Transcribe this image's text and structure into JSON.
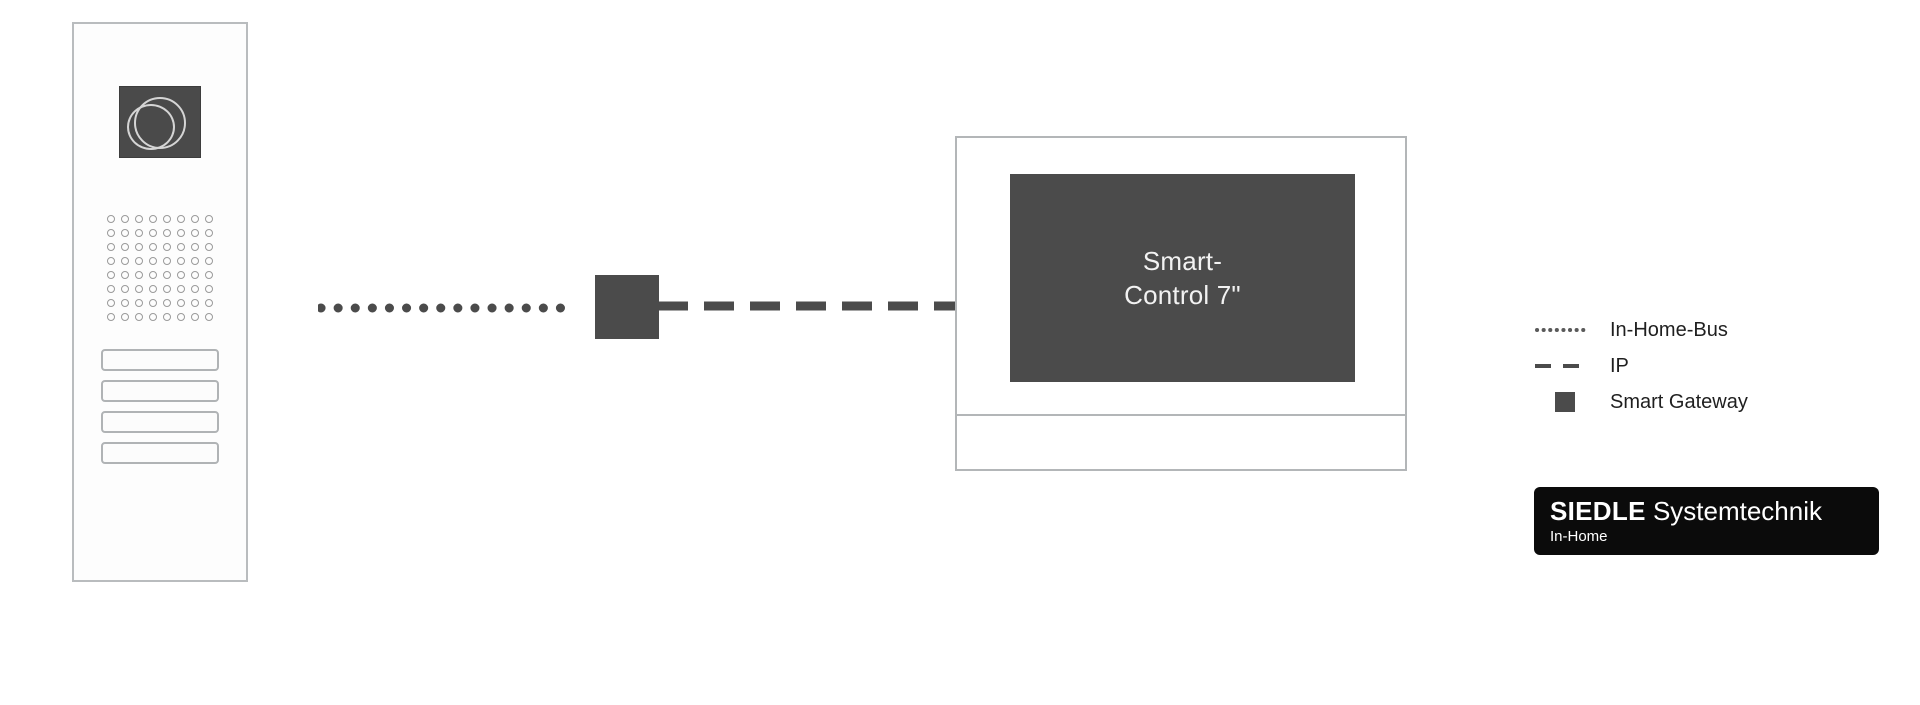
{
  "diagram": {
    "title": "Siedle In-Home system topology",
    "background_color": "#ffffff"
  },
  "door_station": {
    "name": "Door station",
    "camera": {
      "icon": "camera-lens-icon",
      "color": "#4a4a4a"
    },
    "speaker_grille": {
      "columns": 8,
      "rows": 8,
      "hole_color": "#9a9a9a"
    },
    "call_buttons": [
      {
        "label": ""
      },
      {
        "label": ""
      },
      {
        "label": ""
      },
      {
        "label": ""
      }
    ]
  },
  "gateway": {
    "name": "Smart Gateway",
    "color": "#4b4b4b"
  },
  "monitor": {
    "name": "Smart-Control 7 inch indoor station",
    "screen_color": "#4b4b4b",
    "screen_line1": "Smart-",
    "screen_line2": "Control 7\"",
    "frame_color": "#b3b6b8"
  },
  "connections": {
    "bus": {
      "name": "In-Home-Bus",
      "style": "dotted",
      "color": "#4b4b4b"
    },
    "ip": {
      "name": "IP",
      "style": "dashed",
      "color": "#4b4b4b"
    }
  },
  "legend": {
    "items": [
      {
        "marker": "dotted-line-icon",
        "label": "In-Home-Bus"
      },
      {
        "marker": "dashed-line-icon",
        "label": "IP"
      },
      {
        "marker": "square-swatch-icon",
        "label": "Smart Gateway"
      }
    ]
  },
  "logo": {
    "brand": "SIEDLE",
    "product": " Systemtechnik",
    "subtitle": "In-Home",
    "background_color": "#0b0b0b"
  }
}
